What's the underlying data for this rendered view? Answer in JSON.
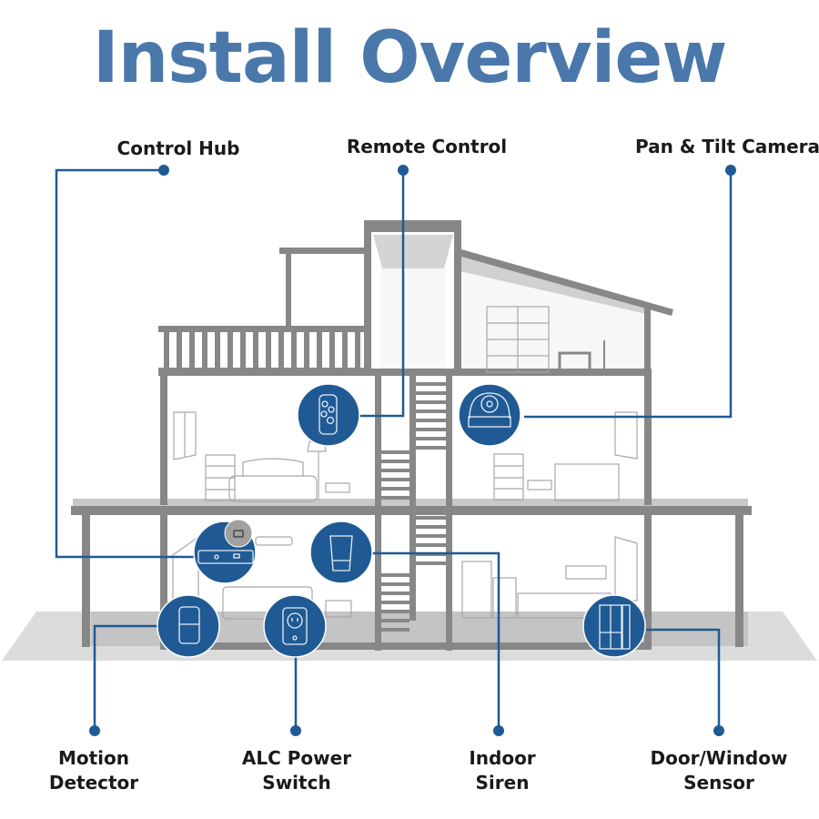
{
  "title": "Install Overview",
  "colors": {
    "title": "#4a78ab",
    "accent": "#1f5a94",
    "wall": "#878787",
    "floor_shade": "#c8c8c8",
    "ground": "#dcdcdc",
    "label_text": "#1a1a1a"
  },
  "devices": [
    {
      "id": "control-hub",
      "label": "Control Hub",
      "icon": "hub-base-station-icon"
    },
    {
      "id": "remote-control",
      "label": "Remote Control",
      "icon": "key-fob-remote-icon"
    },
    {
      "id": "pan-tilt-camera",
      "label": "Pan & Tilt Camera",
      "icon": "dome-camera-icon"
    },
    {
      "id": "motion-detector",
      "label_lines": [
        "Motion",
        "Detector"
      ],
      "icon": "motion-sensor-icon"
    },
    {
      "id": "alc-power-switch",
      "label_lines": [
        "ALC Power",
        "Switch"
      ],
      "icon": "power-outlet-icon"
    },
    {
      "id": "indoor-siren",
      "label_lines": [
        "Indoor",
        "Siren"
      ],
      "icon": "siren-icon"
    },
    {
      "id": "door-window-sensor",
      "label_lines": [
        "Door/Window",
        "Sensor"
      ],
      "icon": "door-sensor-icon"
    }
  ]
}
